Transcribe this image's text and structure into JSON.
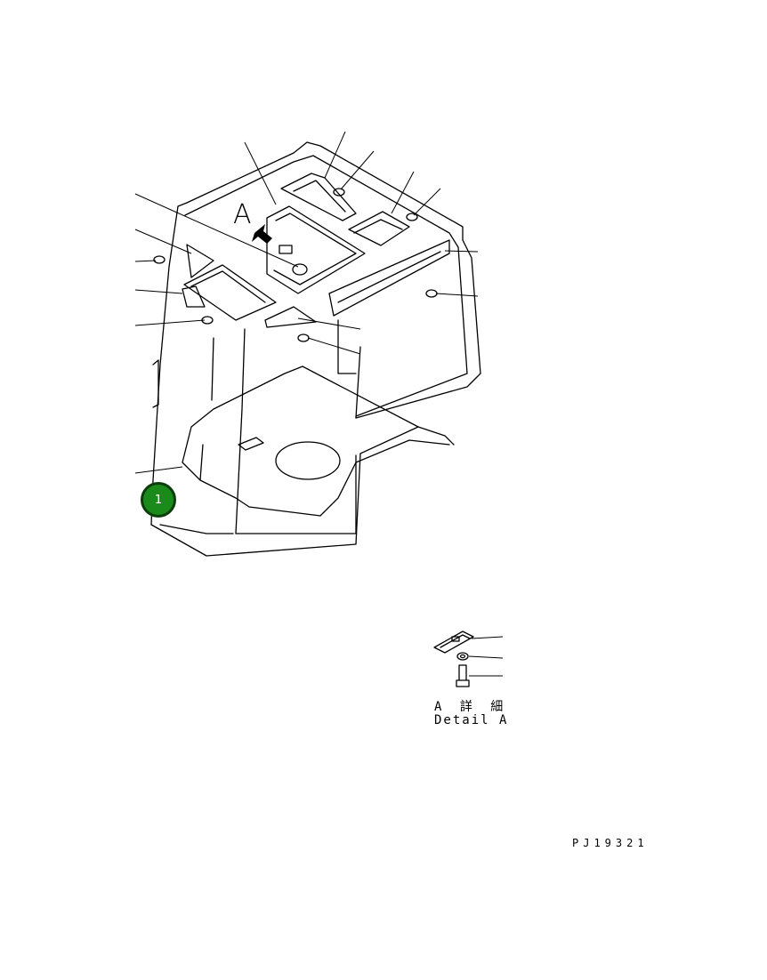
{
  "view": {
    "letter": "A"
  },
  "callout": {
    "number": "1"
  },
  "detail": {
    "label_jp": "A 詳 細",
    "label_en": "Detail A"
  },
  "figure": {
    "code": "PJ19321"
  },
  "colors": {
    "callout_fill": "#1a8a1a",
    "callout_border": "#0c3d0c",
    "line": "#000000"
  }
}
